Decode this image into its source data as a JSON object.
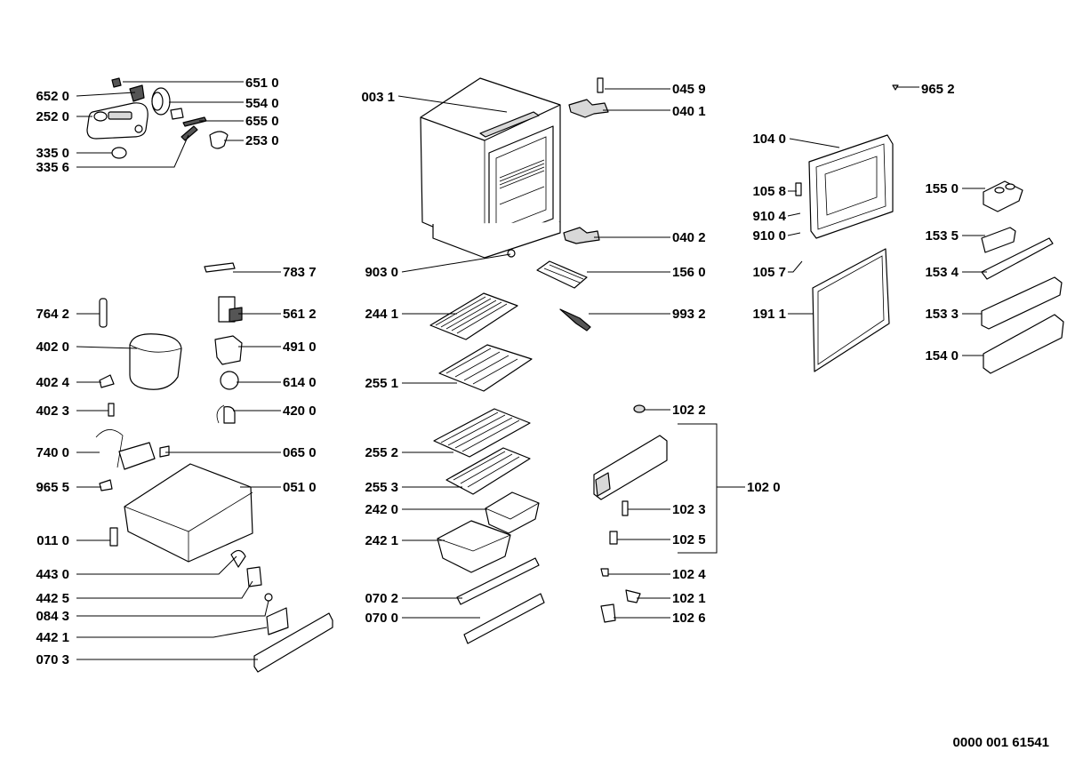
{
  "labels": {
    "l6510": "651 0",
    "l6520": "652 0",
    "l5540": "554 0",
    "l2520": "252 0",
    "l6550": "655 0",
    "l2530": "253 0",
    "l3350": "335 0",
    "l3356": "335 6",
    "l0031": "003 1",
    "l0459": "045 9",
    "l0401": "040 1",
    "l9652": "965 2",
    "l1040": "104 0",
    "l1058": "105 8",
    "l1550": "155 0",
    "l9104": "910 4",
    "l9100": "910 0",
    "l0402": "040 2",
    "l1535": "153 5",
    "l7837": "783 7",
    "l9030": "903 0",
    "l1560": "156 0",
    "l1057": "105 7",
    "l1534": "153 4",
    "l7642": "764 2",
    "l5612": "561 2",
    "l2441": "244 1",
    "l9932": "993 2",
    "l1911": "191 1",
    "l1533": "153 3",
    "l4020": "402 0",
    "l4910": "491 0",
    "l1540": "154 0",
    "l4024": "402 4",
    "l6140": "614 0",
    "l2551": "255 1",
    "l4023": "402 3",
    "l4200": "420 0",
    "l1022": "102 2",
    "l7400": "740 0",
    "l0650": "065 0",
    "l2552": "255 2",
    "l9655": "965 5",
    "l0510": "051 0",
    "l2553": "255 3",
    "l1020": "102 0",
    "l2420": "242 0",
    "l1023": "102 3",
    "l0110": "011 0",
    "l2421": "242 1",
    "l1025": "102 5",
    "l4430": "443 0",
    "l1024": "102 4",
    "l4425": "442 5",
    "l0702": "070 2",
    "l1021": "102 1",
    "l0843": "084 3",
    "l0700": "070 0",
    "l1026": "102 6",
    "l4421": "442 1",
    "l0703": "070 3"
  },
  "document_number": "0000 001 61541"
}
